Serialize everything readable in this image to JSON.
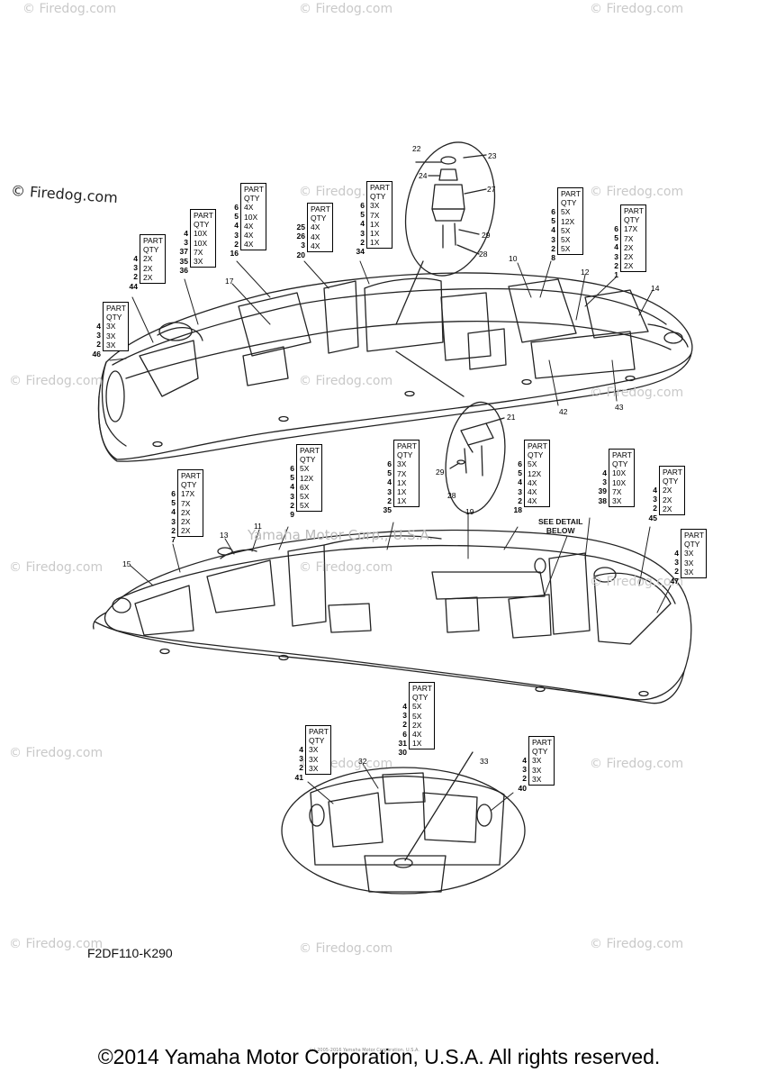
{
  "watermark_text": "© Firedog.com",
  "watermark_main": "© Firedog.com",
  "center_watermark": "Yamaha Motor Corp., U.S.A.",
  "diagram_code": "F2DF110-K290",
  "footer": "©2014 Yamaha Motor Corporation, U.S.A. All rights reserved.",
  "tiny_footer": "(c) 2005-2016 Yamaha Motor Corporation, U.S.A.",
  "see_detail": [
    "SEE DETAIL",
    "BELOW"
  ],
  "tables": [
    {
      "id": "t46",
      "header": [
        "PART",
        "QTY"
      ],
      "rows": [
        [
          "4",
          "3X"
        ],
        [
          "3",
          "3X"
        ],
        [
          "2",
          "3X"
        ]
      ],
      "part": "46"
    },
    {
      "id": "t44",
      "header": [
        "PART",
        "QTY"
      ],
      "rows": [
        [
          "4",
          "2X"
        ],
        [
          "3",
          "2X"
        ],
        [
          "2",
          "2X"
        ]
      ],
      "part": "44"
    },
    {
      "id": "t36",
      "header": [
        "PART",
        "QTY"
      ],
      "rows": [
        [
          "4",
          "10X"
        ],
        [
          "3",
          "10X"
        ],
        [
          "37",
          "7X"
        ],
        [
          "35",
          "3X"
        ]
      ],
      "part": "36"
    },
    {
      "id": "t16",
      "header": [
        "PART",
        "QTY"
      ],
      "rows": [
        [
          "6",
          "4X"
        ],
        [
          "5",
          "10X"
        ],
        [
          "4",
          "4X"
        ],
        [
          "3",
          "4X"
        ],
        [
          "2",
          "4X"
        ]
      ],
      "part": "16"
    },
    {
      "id": "t20",
      "header": [
        "PART",
        "QTY"
      ],
      "rows": [
        [
          "25",
          "4X"
        ],
        [
          "26",
          "4X"
        ],
        [
          "3",
          "4X"
        ]
      ],
      "part": "20"
    },
    {
      "id": "t34",
      "header": [
        "PART",
        "QTY"
      ],
      "rows": [
        [
          "6",
          "3X"
        ],
        [
          "5",
          "7X"
        ],
        [
          "4",
          "1X"
        ],
        [
          "3",
          "1X"
        ],
        [
          "2",
          "1X"
        ]
      ],
      "part": "34"
    },
    {
      "id": "t8",
      "header": [
        "PART",
        "QTY"
      ],
      "rows": [
        [
          "6",
          "5X"
        ],
        [
          "5",
          "12X"
        ],
        [
          "4",
          "5X"
        ],
        [
          "3",
          "5X"
        ],
        [
          "2",
          "5X"
        ]
      ],
      "part": "8"
    },
    {
      "id": "t1",
      "header": [
        "PART",
        "QTY"
      ],
      "rows": [
        [
          "6",
          "17X"
        ],
        [
          "5",
          "7X"
        ],
        [
          "4",
          "2X"
        ],
        [
          "3",
          "2X"
        ],
        [
          "2",
          "2X"
        ]
      ],
      "part": "1"
    },
    {
      "id": "t7",
      "header": [
        "PART",
        "QTY"
      ],
      "rows": [
        [
          "6",
          "17X"
        ],
        [
          "5",
          "7X"
        ],
        [
          "4",
          "2X"
        ],
        [
          "3",
          "2X"
        ],
        [
          "2",
          "2X"
        ]
      ],
      "part": "7"
    },
    {
      "id": "t9",
      "header": [
        "PART",
        "QTY"
      ],
      "rows": [
        [
          "6",
          "5X"
        ],
        [
          "5",
          "12X"
        ],
        [
          "4",
          "6X"
        ],
        [
          "3",
          "5X"
        ],
        [
          "2",
          "5X"
        ]
      ],
      "part": "9"
    },
    {
      "id": "t35",
      "header": [
        "PART",
        "QTY"
      ],
      "rows": [
        [
          "6",
          "3X"
        ],
        [
          "5",
          "7X"
        ],
        [
          "4",
          "1X"
        ],
        [
          "3",
          "1X"
        ],
        [
          "2",
          "1X"
        ]
      ],
      "part": "35"
    },
    {
      "id": "t18",
      "header": [
        "PART",
        "QTY"
      ],
      "rows": [
        [
          "6",
          "5X"
        ],
        [
          "5",
          "12X"
        ],
        [
          "4",
          "4X"
        ],
        [
          "3",
          "4X"
        ],
        [
          "2",
          "4X"
        ]
      ],
      "part": "18"
    },
    {
      "id": "t38",
      "header": [
        "PART",
        "QTY"
      ],
      "rows": [
        [
          "4",
          "10X"
        ],
        [
          "3",
          "10X"
        ],
        [
          "39",
          "7X"
        ],
        [
          "38",
          "3X"
        ]
      ],
      "part": ""
    },
    {
      "id": "t45",
      "header": [
        "PART",
        "QTY"
      ],
      "rows": [
        [
          "4",
          "2X"
        ],
        [
          "3",
          "2X"
        ],
        [
          "2",
          "2X"
        ]
      ],
      "part": "45"
    },
    {
      "id": "t47",
      "header": [
        "PART",
        "QTY"
      ],
      "rows": [
        [
          "4",
          "3X"
        ],
        [
          "3",
          "3X"
        ],
        [
          "2",
          "3X"
        ]
      ],
      "part": "47"
    },
    {
      "id": "t30",
      "header": [
        "PART",
        "QTY"
      ],
      "rows": [
        [
          "4",
          "5X"
        ],
        [
          "3",
          "5X"
        ],
        [
          "2",
          "2X"
        ],
        [
          "6",
          "4X"
        ],
        [
          "31",
          "1X"
        ]
      ],
      "part": "30"
    },
    {
      "id": "t41",
      "header": [
        "PART",
        "QTY"
      ],
      "rows": [
        [
          "4",
          "3X"
        ],
        [
          "3",
          "3X"
        ],
        [
          "2",
          "3X"
        ]
      ],
      "part": "41"
    },
    {
      "id": "t40",
      "header": [
        "PART",
        "QTY"
      ],
      "rows": [
        [
          "4",
          "3X"
        ],
        [
          "3",
          "3X"
        ],
        [
          "2",
          "3X"
        ]
      ],
      "part": "40"
    }
  ],
  "callouts": [
    "22",
    "23",
    "24",
    "27",
    "29",
    "28",
    "21",
    "29",
    "28",
    "10",
    "12",
    "14",
    "17",
    "42",
    "43",
    "13",
    "11",
    "15",
    "19",
    "32",
    "33"
  ]
}
